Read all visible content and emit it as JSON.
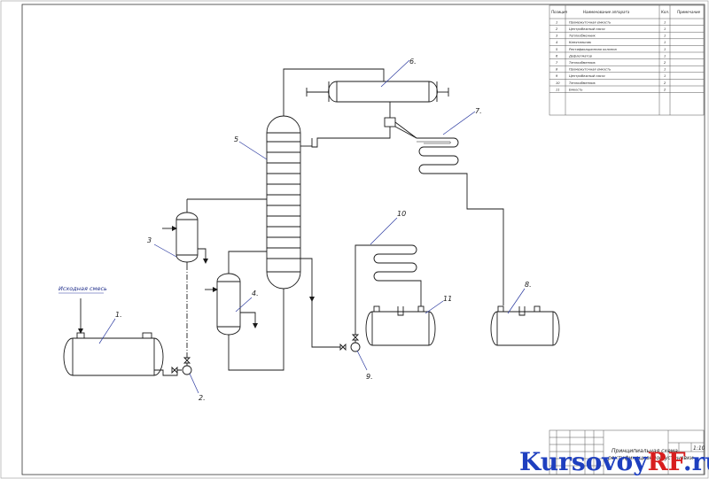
{
  "feed_label": "Исходная смесь",
  "equipment_labels": [
    {
      "id": "lbl-1",
      "text": "1."
    },
    {
      "id": "lbl-2",
      "text": "2."
    },
    {
      "id": "lbl-3",
      "text": "3"
    },
    {
      "id": "lbl-4",
      "text": "4."
    },
    {
      "id": "lbl-5",
      "text": "5"
    },
    {
      "id": "lbl-6",
      "text": "6."
    },
    {
      "id": "lbl-7",
      "text": "7."
    },
    {
      "id": "lbl-8",
      "text": "8."
    },
    {
      "id": "lbl-9",
      "text": "9."
    },
    {
      "id": "lbl-10",
      "text": "10"
    },
    {
      "id": "lbl-11",
      "text": "11"
    }
  ],
  "spec_table": {
    "headers": {
      "pos": "Позиция",
      "name": "Наименование аппарата",
      "qty": "Кол.",
      "note": "Примечание"
    },
    "rows": [
      {
        "pos": "1",
        "name": "Промежуточная емкость",
        "qty": "1"
      },
      {
        "pos": "2",
        "name": "Центробежный насос",
        "qty": "1"
      },
      {
        "pos": "3",
        "name": "Теплообменник",
        "qty": "1"
      },
      {
        "pos": "4",
        "name": "Кипятильник",
        "qty": "1"
      },
      {
        "pos": "5",
        "name": "Ректификационная колонна",
        "qty": "1"
      },
      {
        "pos": "6",
        "name": "Дефлегматор",
        "qty": "1"
      },
      {
        "pos": "7",
        "name": "Теплообменник",
        "qty": "2"
      },
      {
        "pos": "8",
        "name": "Промежуточная емкость",
        "qty": "1"
      },
      {
        "pos": "9",
        "name": "Центробежный насос",
        "qty": "1"
      },
      {
        "pos": "10",
        "name": "Теплообменник",
        "qty": "2"
      },
      {
        "pos": "11",
        "name": "Емкость",
        "qty": "2"
      }
    ]
  },
  "title_block": {
    "title_line1": "Принципиальная схема",
    "title_line2": "ректификационной установки",
    "sheet_number": "1:10"
  },
  "watermark": {
    "part1": "Kursovoy",
    "part2": "RF",
    "part3": ".ru"
  },
  "colors": {
    "line": "#1a1a1a",
    "leader": "#2b3aa0",
    "watermark_blue": "#1e3fbf",
    "watermark_red": "#d81e1e"
  }
}
